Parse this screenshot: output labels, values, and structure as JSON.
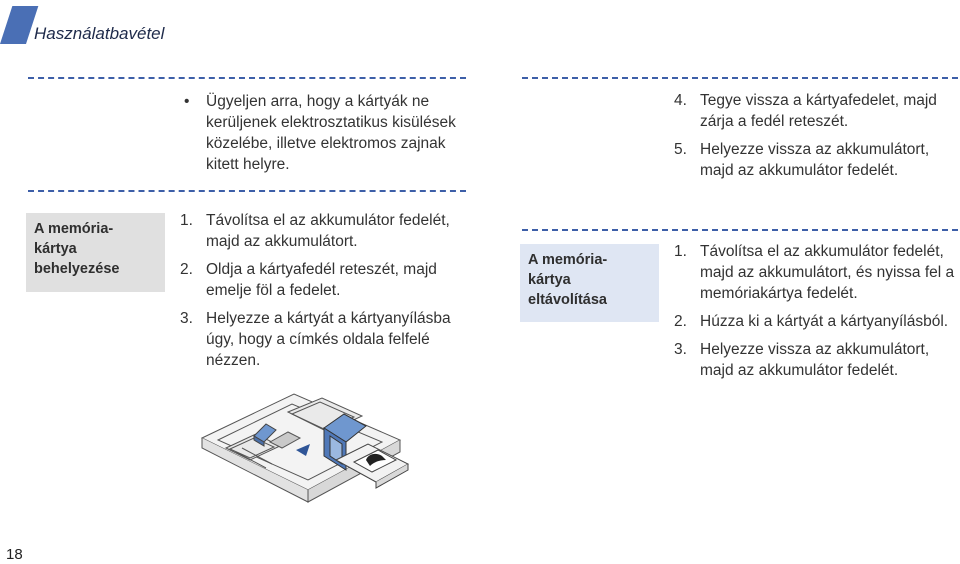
{
  "header": {
    "title": "Használatbavétel"
  },
  "left": {
    "bullet_note": "Ügyeljen arra, hogy a kártyák ne kerüljenek elektrosztatikus kisülések közelébe, illetve elektromos zajnak kitett helyre.",
    "insert_section": {
      "label_lines": [
        "A memória-",
        "kártya",
        "behelyezése"
      ],
      "steps": [
        {
          "num": "1.",
          "text": "Távolítsa el az akkumulátor fedelét, majd az akkumulátort."
        },
        {
          "num": "2.",
          "text": "Oldja a kártyafedél reteszét, majd emelje föl a fedelet."
        },
        {
          "num": "3.",
          "text": "Helyezze a kártyát a kártyanyílásba úgy, hogy a címkés oldala felfelé nézzen."
        }
      ]
    }
  },
  "right": {
    "continued_steps": [
      {
        "num": "4.",
        "text": "Tegye vissza a kártyafedelet, majd zárja a fedél reteszét."
      },
      {
        "num": "5.",
        "text": "Helyezze vissza az akkumulátort, majd az akkumulátor fedelét."
      }
    ],
    "remove_section": {
      "label_lines": [
        "A memória-",
        "kártya",
        "eltávolítása"
      ],
      "steps": [
        {
          "num": "1.",
          "text": "Távolítsa el az akkumulátor fedelét, majd az akkumulátort, és nyissa fel a memóriakártya fedelét."
        },
        {
          "num": "2.",
          "text": "Húzza ki a kártyát a kártyanyílásból."
        },
        {
          "num": "3.",
          "text": "Helyezze vissza az akkumulátort, majd az akkumulátor fedelét."
        }
      ]
    }
  },
  "footer": {
    "page_number": "18"
  }
}
